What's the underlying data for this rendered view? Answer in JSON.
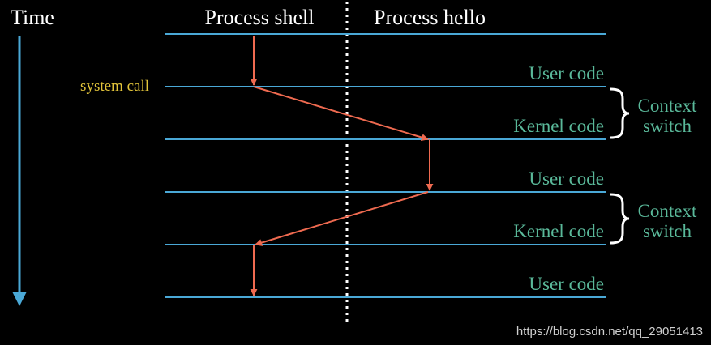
{
  "time_label": "Time",
  "columns": {
    "left": "Process shell",
    "right": "Process hello"
  },
  "system_call_label": "system call",
  "levels": [
    {
      "label": ""
    },
    {
      "label": "User code"
    },
    {
      "label": "Kernel code"
    },
    {
      "label": "User code"
    },
    {
      "label": "Kernel code"
    },
    {
      "label": "User code"
    }
  ],
  "context_switches": [
    {
      "label_line1": "Context",
      "label_line2": "switch"
    },
    {
      "label_line1": "Context",
      "label_line2": "switch"
    }
  ],
  "watermark": "https://blog.csdn.net/qq_29051413",
  "colors": {
    "background": "#000000",
    "text": "#ffffff",
    "level_line": "#4aa8d6",
    "time_arrow": "#4aa8d6",
    "flow_arrow": "#ef6a50",
    "code_label": "#5ab99a",
    "system_call": "#e2c43a",
    "divider": "#ffffff",
    "watermark": "#d0d0d0"
  }
}
